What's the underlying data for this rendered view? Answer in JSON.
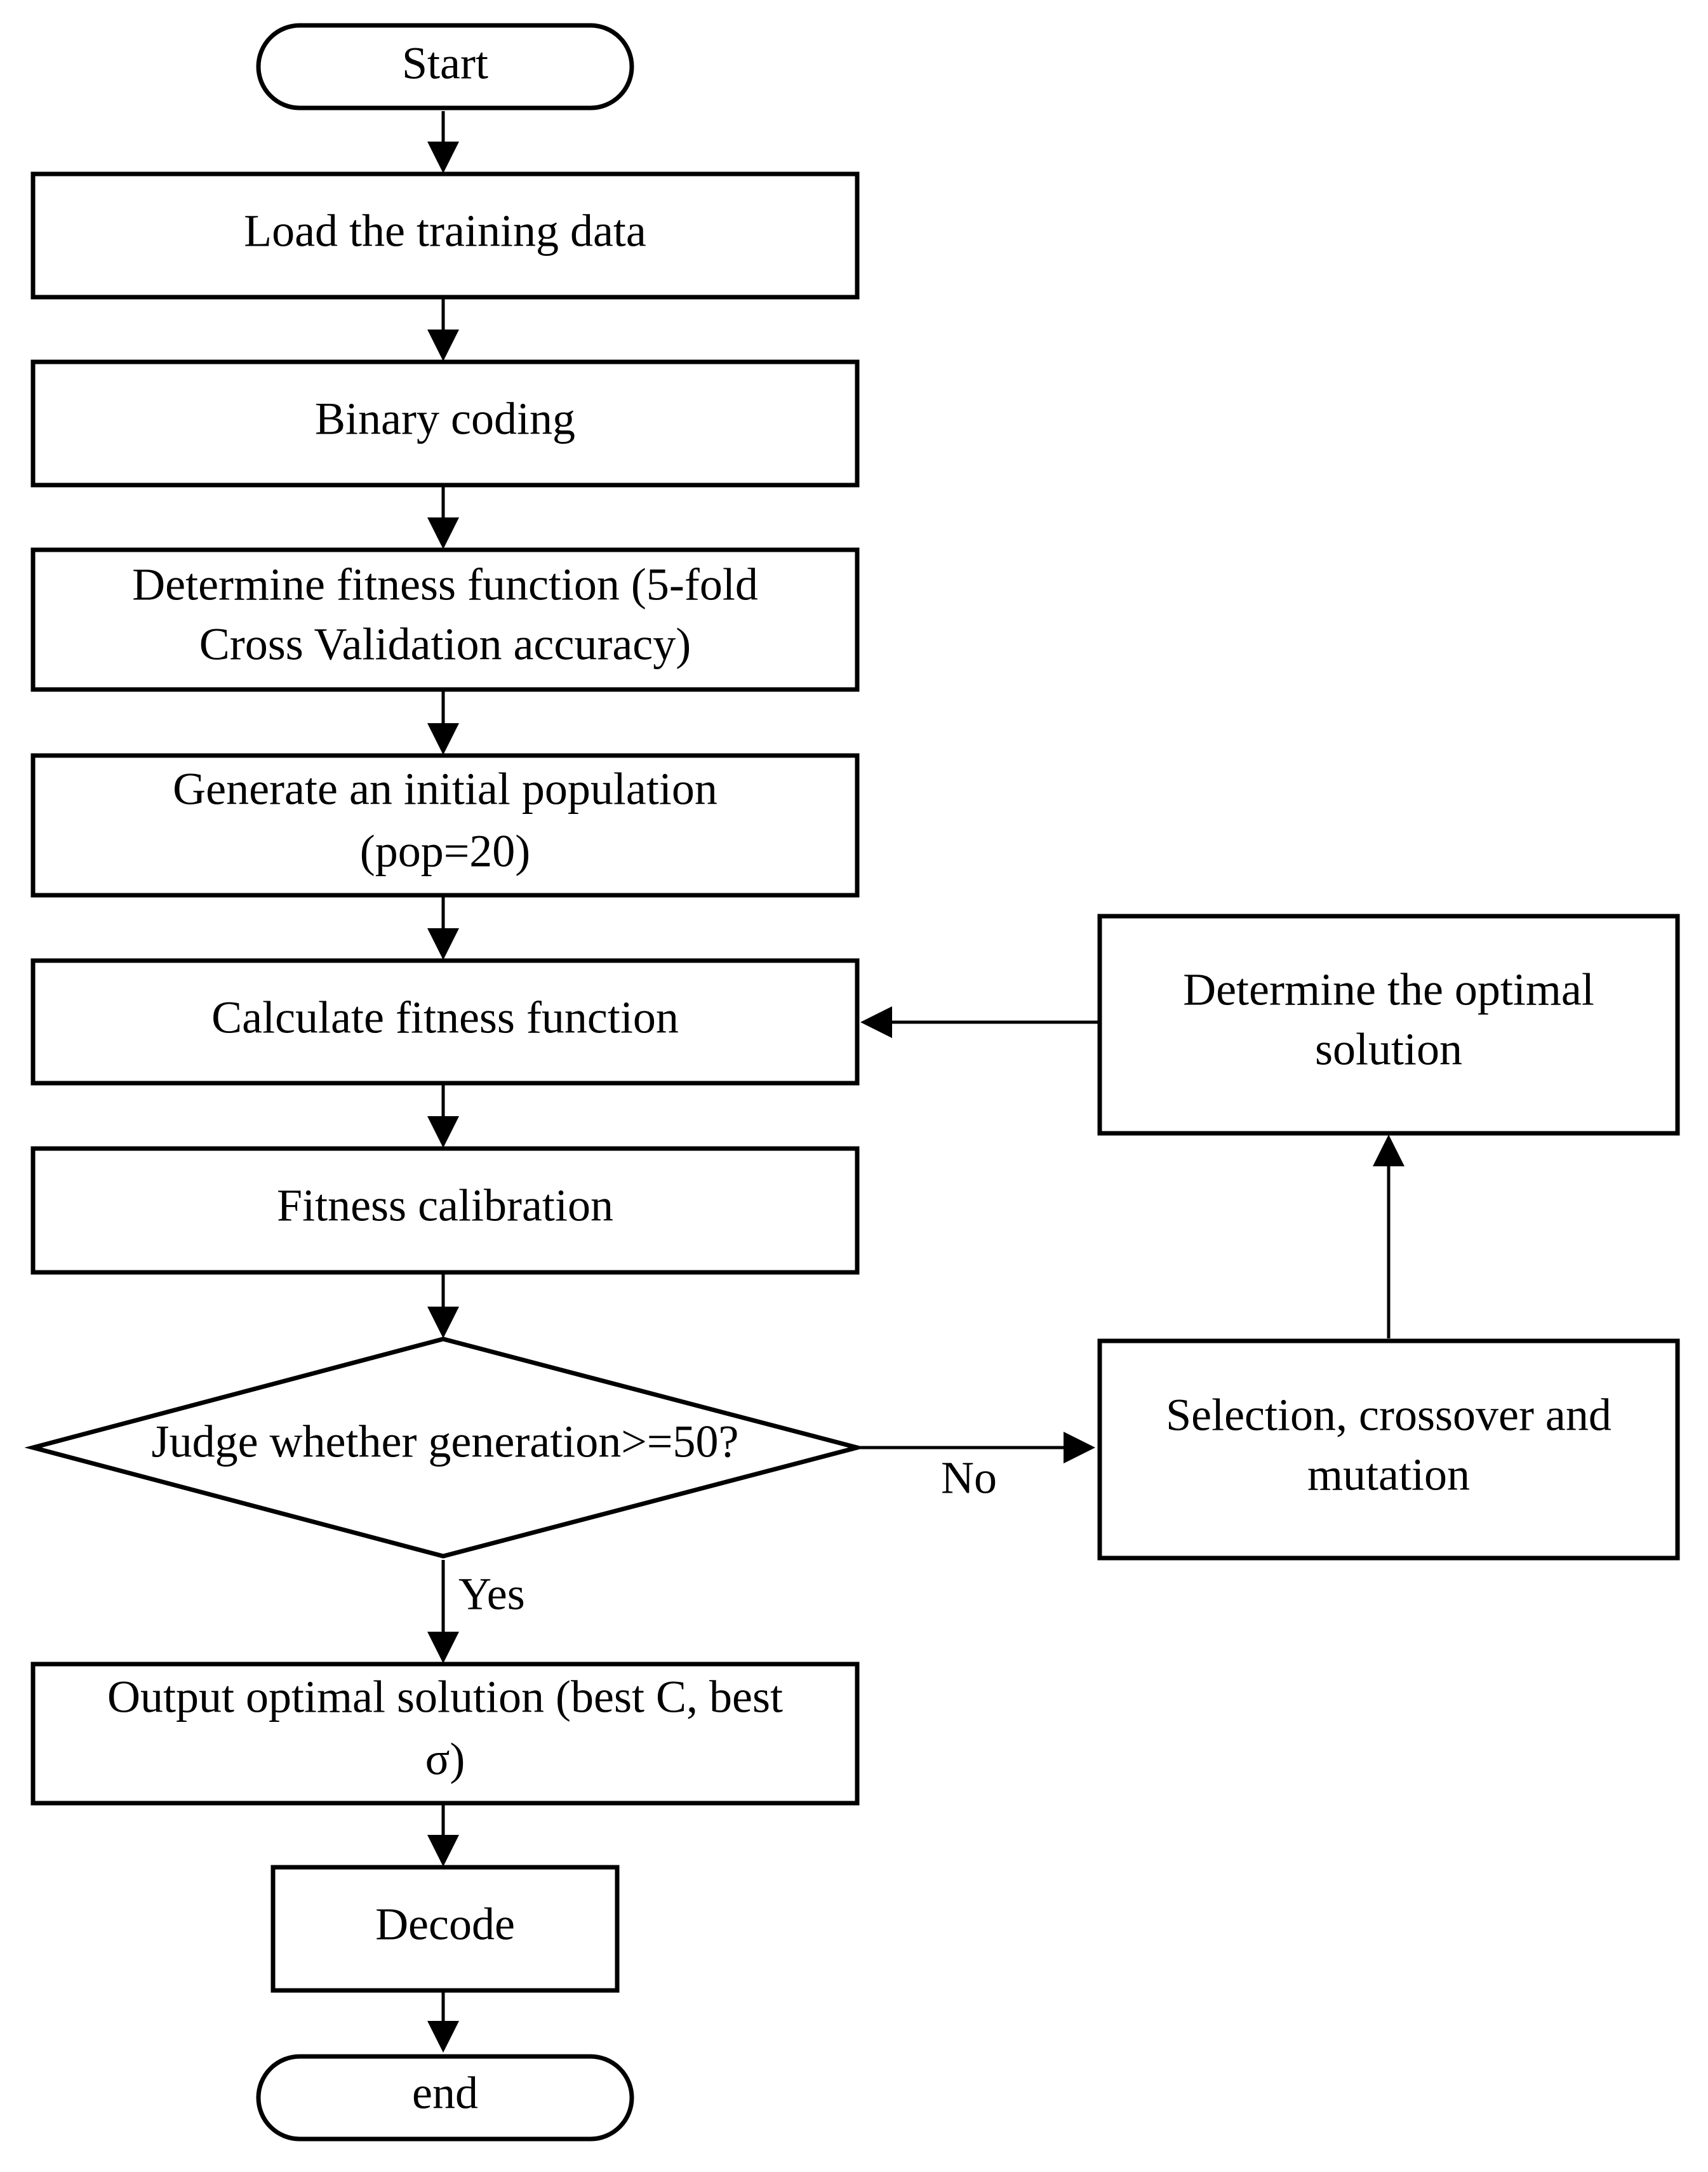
{
  "nodes": {
    "start": "Start",
    "load": "Load the training data",
    "binary": "Binary coding",
    "fitness_line1": "Determine fitness function (5-fold",
    "fitness_line2": "Cross Validation accuracy)",
    "population_line1": "Generate an initial population",
    "population_line2": "(pop=20)",
    "calculate": "Calculate fitness function",
    "calibration": "Fitness calibration",
    "judge": "Judge whether generation>=50?",
    "output_line1": "Output optimal solution (best C, best",
    "output_line2": "σ)",
    "decode": "Decode",
    "end": "end",
    "optimal_line1": "Determine the optimal",
    "optimal_line2": "solution",
    "selection_line1": "Selection, crossover and",
    "selection_line2": "mutation"
  },
  "edges": {
    "no_label": "No",
    "yes_label": "Yes"
  }
}
